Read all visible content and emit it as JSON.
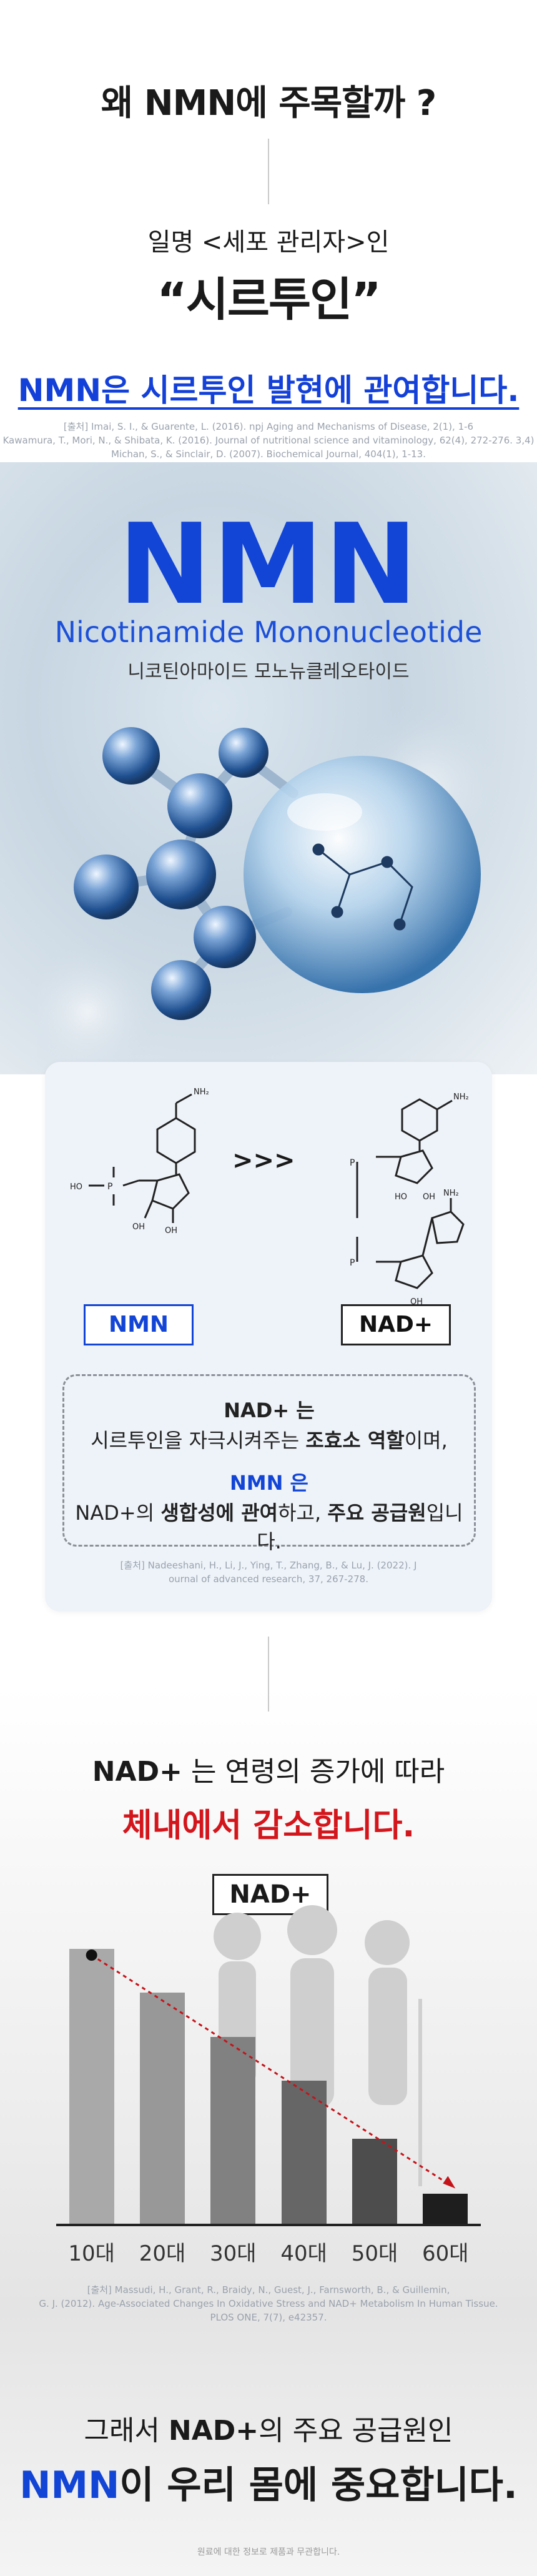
{
  "intro": {
    "question": "왜 NMN에 주목할까 ?",
    "subtitle": "일명 <세포 관리자>인",
    "quote": "“시르투인”",
    "highlight": "NMN은 시르투인 발현에 관여합니다.",
    "sources": [
      "[출처] Imai, S. I., & Guarente, L. (2016). npj Aging and Mechanisms of Disease, 2(1), 1-6",
      "Kawamura, T., Mori, N., & Shibata, K. (2016). Journal of nutritional science and vitaminology, 62(4), 272-276. 3,4)",
      "Michan, S., & Sinclair, D. (2007). Biochemical Journal, 404(1), 1-13."
    ]
  },
  "hero": {
    "title": "NMN",
    "english": "Nicotinamide Mononucleotide",
    "korean": "니코틴아마이드 모노뉴클레오타이드",
    "image_icon": "molecule-icon"
  },
  "structure_card": {
    "left_label": "NMN",
    "right_label": "NAD+",
    "arrow": ">>>",
    "left_chem": [
      "NH₂",
      "HO",
      "OH",
      "OH"
    ],
    "right_chem": [
      "NH₂",
      "NH₂",
      "HO",
      "OH",
      "OH"
    ],
    "line1": "NAD+ 는",
    "line2_a": "시르투인을 자극시켜주는 ",
    "line2_b": "조효소 역할",
    "line2_c": "이며,",
    "line3": "NMN 은",
    "line4_a": "NAD+의 ",
    "line4_b": "생합성에 관여",
    "line4_c": "하고, ",
    "line4_d": "주요 공급원",
    "line4_e": "입니다.",
    "sources": [
      "[출처] Nadeeshani, H., Li, J., Ying, T., Zhang, B., & Lu, J. (2022). J",
      "ournal of advanced research, 37, 267-278."
    ]
  },
  "decline": {
    "head_a": "NAD+",
    "head_b": " 는 연령의 증가에 따라",
    "red": "체내에서 감소합니다.",
    "badge": "NAD+"
  },
  "chart_data": {
    "type": "bar",
    "categories": [
      "10대",
      "20대",
      "30대",
      "40대",
      "50대",
      "60대"
    ],
    "values": [
      100,
      84,
      68,
      52,
      31,
      11
    ],
    "title": "NAD+",
    "xlabel": "",
    "ylabel": "",
    "ylim": [
      0,
      100
    ],
    "colors": [
      "#a9a9a9",
      "#989898",
      "#818181",
      "#666666",
      "#4d4d4d",
      "#1e1e1e"
    ],
    "trend_color": "#c4141a",
    "grid": false
  },
  "chart_sources": [
    "[출처] Massudi, H., Grant, R., Braidy, N., Guest, J., Farnsworth, B., & Guillemin,",
    "G. J. (2012). Age-Associated Changes In Oxidative Stress and NAD+ Metabolism In Human Tissue.",
    "PLOS ONE, 7(7), e42357."
  ],
  "closing": {
    "line1_a": "그래서 ",
    "line1_b": "NAD+",
    "line1_c": "의 주요 공급원인",
    "line2_a": "NMN",
    "line2_b": "이 우리 몸에 중요합니다.",
    "footnote": "원료에 대한 정보로 제품과 무관합니다."
  }
}
